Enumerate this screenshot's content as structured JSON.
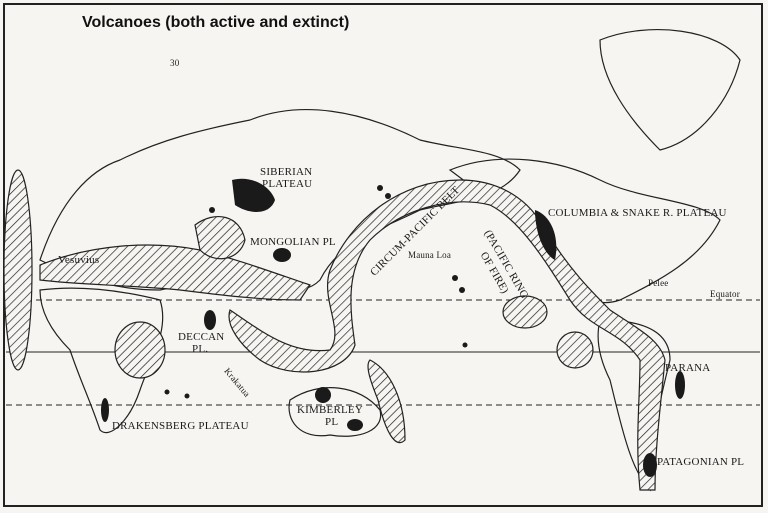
{
  "title": "Volcanoes (both active and extinct)",
  "labels": {
    "siberian": "SIBERIAN",
    "plateau": "PLATEAU",
    "mongolian": "MONGOLIAN PL",
    "vesuvius": "Vesuvius",
    "deccan": "DECCAN",
    "deccan_pl": "PL.",
    "krakatua": "Krakatua",
    "drakensberg": "DRAKENSBERG PLATEAU",
    "kimberley": "KIMBERLEY",
    "kimberley_pl": "PL",
    "circum": "CIRCUM-PACIFIC BELT",
    "ring": "(PACIFIC RING",
    "fire": "OF FIRE)",
    "mauna_loa": "Mauna Loa",
    "columbia": "COLUMBIA & SNAKE R. PLATEAU",
    "pelee": "Pelee",
    "equator": "Equator",
    "parana": "PARANA",
    "patagonian": "PATAGONIAN PL",
    "island_num": "30"
  },
  "colors": {
    "ink": "#1a1a1a",
    "paper": "#f6f5f2"
  }
}
